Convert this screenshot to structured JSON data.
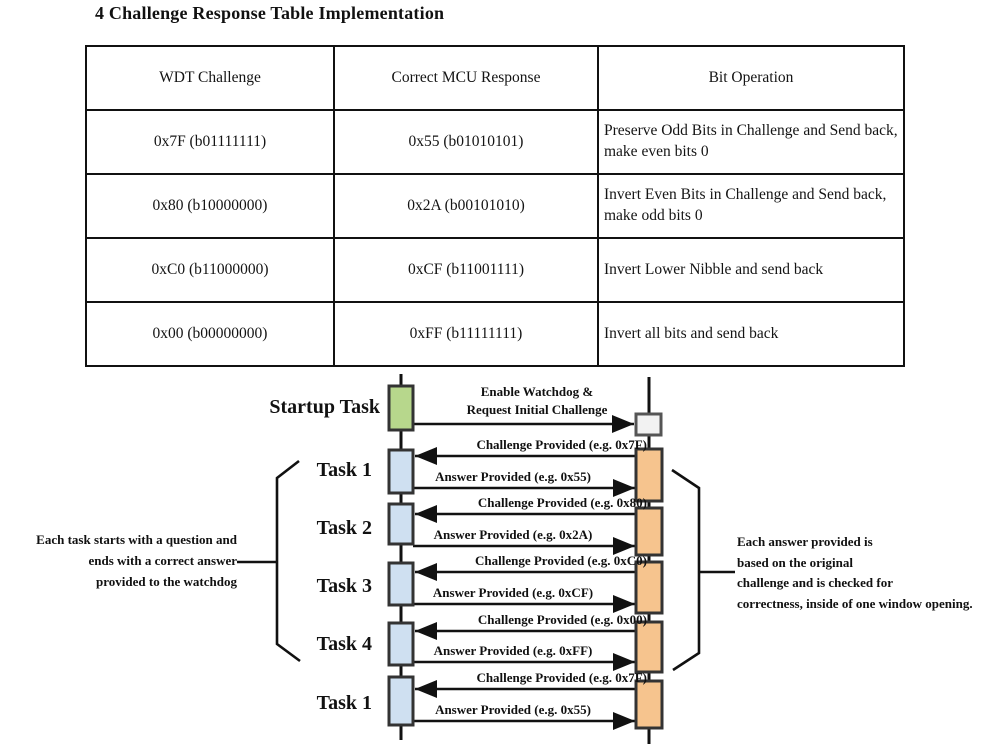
{
  "title": "4 Challenge Response Table Implementation",
  "table": {
    "headers": [
      "WDT Challenge",
      "Correct MCU Response",
      "Bit Operation"
    ],
    "rows": [
      {
        "challenge": "0x7F (b01111111)",
        "response": "0x55 (b01010101)",
        "operation": "Preserve Odd Bits in Challenge and Send back, make even bits 0"
      },
      {
        "challenge": "0x80 (b10000000)",
        "response": "0x2A (b00101010)",
        "operation": "Invert Even Bits in Challenge and Send back, make odd bits 0"
      },
      {
        "challenge": "0xC0 (b11000000)",
        "response": "0xCF (b11001111)",
        "operation": "Invert Lower Nibble and send back"
      },
      {
        "challenge": "0x00 (b00000000)",
        "response": "0xFF (b11111111)",
        "operation": "Invert all bits and send back"
      }
    ]
  },
  "diagram": {
    "startup_label": "Startup Task",
    "task_labels": [
      "Task 1",
      "Task 2",
      "Task 3",
      "Task 4",
      "Task 1"
    ],
    "init_message_line1": "Enable Watchdog &",
    "init_message_line2": "Request Initial Challenge",
    "exchanges": [
      {
        "challenge": "Challenge Provided (e.g. 0x7F)",
        "answer": "Answer Provided (e.g. 0x55)"
      },
      {
        "challenge": "Challenge Provided (e.g. 0x80)",
        "answer": "Answer Provided (e.g. 0x2A)"
      },
      {
        "challenge": "Challenge Provided (e.g. 0xC0)",
        "answer": "Answer Provided (e.g. 0xCF)"
      },
      {
        "challenge": "Challenge Provided (e.g. 0x00)",
        "answer": "Answer Provided (e.g. 0xFF)"
      },
      {
        "challenge": "Challenge Provided (e.g. 0x7F)",
        "answer": "Answer Provided (e.g. 0x55)"
      }
    ],
    "left_note": "Each task starts with a question and\nends  with a correct answer\nprovided to the watchdog",
    "right_note": "Each answer  provided is\nbased on the original\nchallenge and is checked for\ncorrectness, inside of one window opening.",
    "colors": {
      "startup_box": "#b7d78c",
      "task_box": "#cfe0f1",
      "watchdog_box": "#f6c48e",
      "init_box": "#f2f2f2",
      "box_border": "#333333",
      "line": "#111111"
    }
  }
}
